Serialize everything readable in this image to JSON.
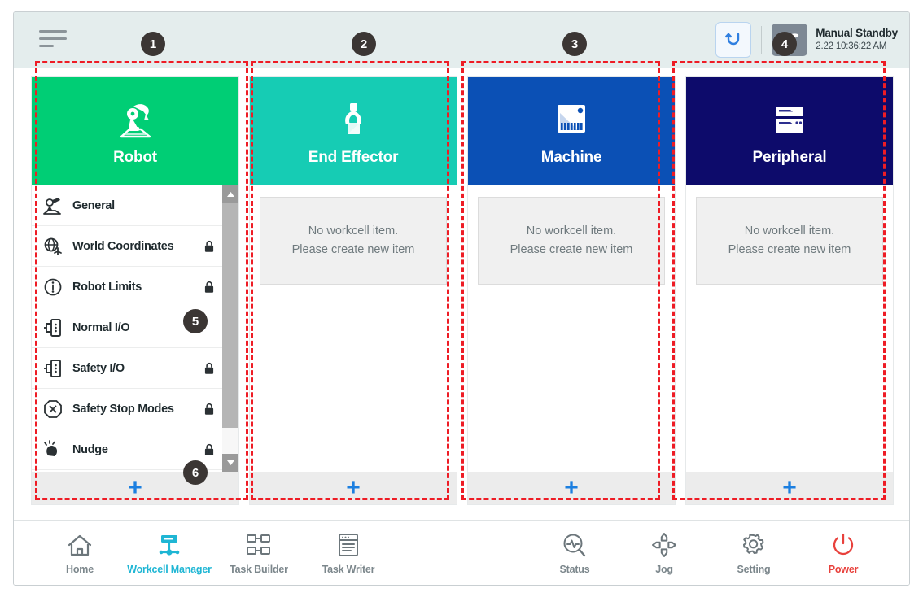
{
  "topbar": {
    "menu_icon": "hamburger-menu-icon",
    "reset_button_icon": "robot-reset-icon",
    "mode_icon": "manual-hand-icon",
    "mode_title": "Manual Standby",
    "mode_time": "2.22 10:36:22 AM"
  },
  "cards": [
    {
      "key": "robot",
      "title": "Robot",
      "icon": "robot-arm-icon",
      "color": "#00CE75",
      "type": "list",
      "add_label": "+"
    },
    {
      "key": "end_effector",
      "title": "End Effector",
      "icon": "gripper-icon",
      "color": "#16CCB4",
      "type": "empty",
      "empty_line1": "No workcell item.",
      "empty_line2": "Please create new item",
      "add_label": "+"
    },
    {
      "key": "machine",
      "title": "Machine",
      "icon": "machine-icon",
      "color": "#0B50B5",
      "type": "empty",
      "empty_line1": "No workcell item.",
      "empty_line2": "Please create new item",
      "add_label": "+"
    },
    {
      "key": "peripheral",
      "title": "Peripheral",
      "icon": "peripheral-device-icon",
      "color": "#0D0B6B",
      "type": "empty",
      "empty_line1": "No workcell item.",
      "empty_line2": "Please create new item",
      "add_label": "+"
    }
  ],
  "robot_list": [
    {
      "label": "General",
      "icon": "robot-arm-small-icon",
      "locked": false
    },
    {
      "label": "World Coordinates",
      "icon": "globe-axis-icon",
      "locked": true
    },
    {
      "label": "Robot Limits",
      "icon": "limits-circle-icon",
      "locked": true
    },
    {
      "label": "Normal I/O",
      "icon": "io-port-icon",
      "locked": false
    },
    {
      "label": "Safety I/O",
      "icon": "io-port-icon",
      "locked": true
    },
    {
      "label": "Safety Stop Modes",
      "icon": "stop-octagon-icon",
      "locked": true
    },
    {
      "label": "Nudge",
      "icon": "hand-nudge-icon",
      "locked": true
    }
  ],
  "scrollbar": {
    "up_arrow": "chevron-up-icon",
    "down_arrow": "chevron-down-icon"
  },
  "bottom_nav_left": [
    {
      "label": "Home",
      "icon": "home-icon",
      "active": false
    },
    {
      "label": "Workcell Manager",
      "icon": "workcell-icon",
      "active": true
    },
    {
      "label": "Task Builder",
      "icon": "task-builder-icon",
      "active": false
    },
    {
      "label": "Task Writer",
      "icon": "task-writer-icon",
      "active": false
    }
  ],
  "bottom_nav_right": [
    {
      "label": "Status",
      "icon": "status-pulse-icon",
      "style": "normal"
    },
    {
      "label": "Jog",
      "icon": "jog-dpad-icon",
      "style": "normal"
    },
    {
      "label": "Setting",
      "icon": "gear-icon",
      "style": "normal"
    },
    {
      "label": "Power",
      "icon": "power-icon",
      "style": "power"
    }
  ],
  "annotations": [
    {
      "n": "1"
    },
    {
      "n": "2"
    },
    {
      "n": "3"
    },
    {
      "n": "4"
    },
    {
      "n": "5"
    },
    {
      "n": "6"
    }
  ],
  "colors": {
    "annotation": "#EE1C25",
    "badge": "#3B3634",
    "accent_blue": "#1C7FE0",
    "active_nav": "#1FB6D4",
    "power_red": "#E8413C"
  }
}
